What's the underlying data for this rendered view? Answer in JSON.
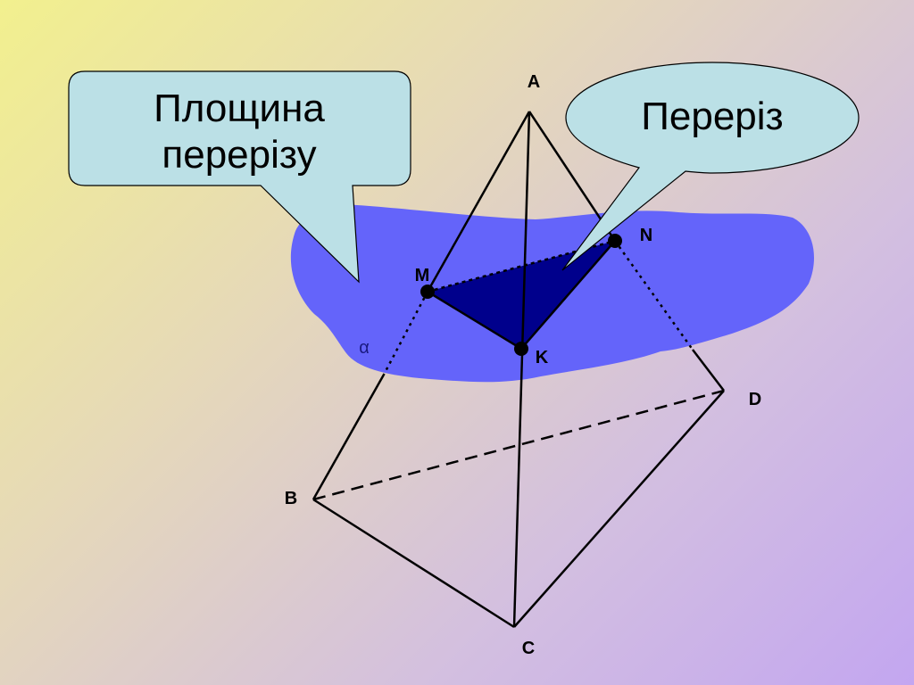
{
  "callouts": {
    "plane": {
      "line1": "Площина",
      "line2": "перерізу"
    },
    "section": {
      "text": "Переріз"
    }
  },
  "plane_label": "α",
  "vertices": {
    "A": "A",
    "B": "B",
    "C": "C",
    "D": "D",
    "M": "M",
    "N": "N",
    "K": "K"
  },
  "colors": {
    "plane_fill": "#6464fa",
    "section_fill": "#00008c",
    "callout_fill": "#bbe0e6",
    "line_color": "#000000"
  }
}
